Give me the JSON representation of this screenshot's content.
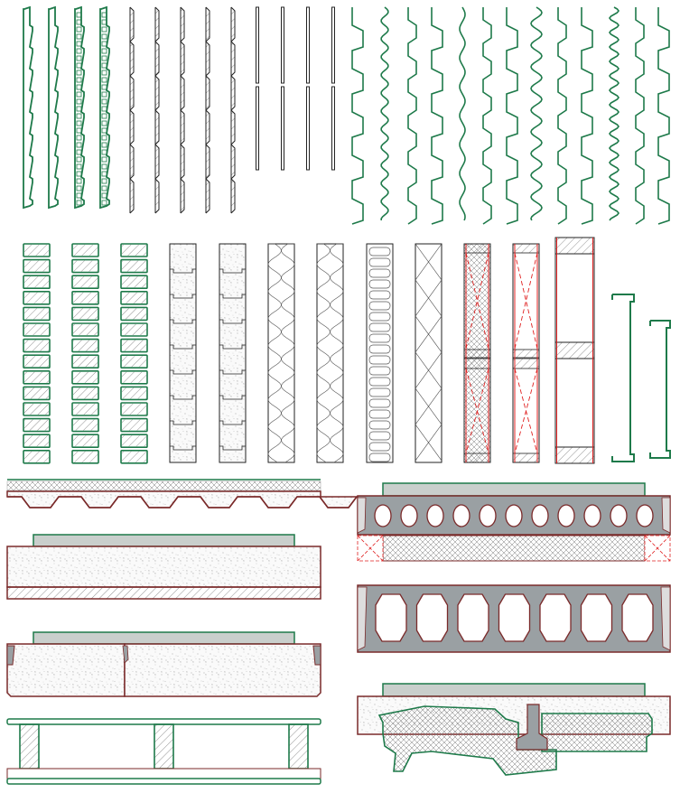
{
  "palette": {
    "green": "#1e7a4a",
    "black": "#222222",
    "dark_red": "#7a2a2a",
    "red": "#e02020",
    "concrete_gray": "#9aa0a3",
    "light_gray": "#c9cfcc",
    "speckle": "#8a8a8a",
    "hatch": "#666666"
  },
  "symbols": {
    "row1": [
      {
        "name": "siding-profile",
        "count": 4,
        "color": "green"
      },
      {
        "name": "lap-siding-profile",
        "count": 5,
        "color": "black"
      },
      {
        "name": "flat-panel-profile",
        "count": 4,
        "color": "black"
      },
      {
        "name": "corrugated-profile",
        "count": 13,
        "color": "green"
      }
    ],
    "row2": [
      {
        "name": "block-wall-section",
        "count": 3,
        "color": "green"
      },
      {
        "name": "concrete-block-section",
        "count": 2,
        "color": "black"
      },
      {
        "name": "insulation-section",
        "count": 2,
        "color": "black"
      },
      {
        "name": "batt-section",
        "count": 1,
        "color": "black"
      },
      {
        "name": "truss-section",
        "count": 1,
        "color": "black"
      },
      {
        "name": "stud-wall-section",
        "count": 2,
        "color": "red"
      },
      {
        "name": "framed-wall-section",
        "count": 1,
        "color": "red"
      },
      {
        "name": "c-channel-profile",
        "count": 2,
        "color": "green"
      }
    ],
    "slabs_left": [
      "composite-deck-slab",
      "topped-concrete-slab",
      "jointed-precast-slab",
      "joist-floor-section"
    ],
    "slabs_right": [
      "hollow-core-slab-round",
      "hollow-core-slab-oval",
      "double-tee-slab-section"
    ]
  }
}
